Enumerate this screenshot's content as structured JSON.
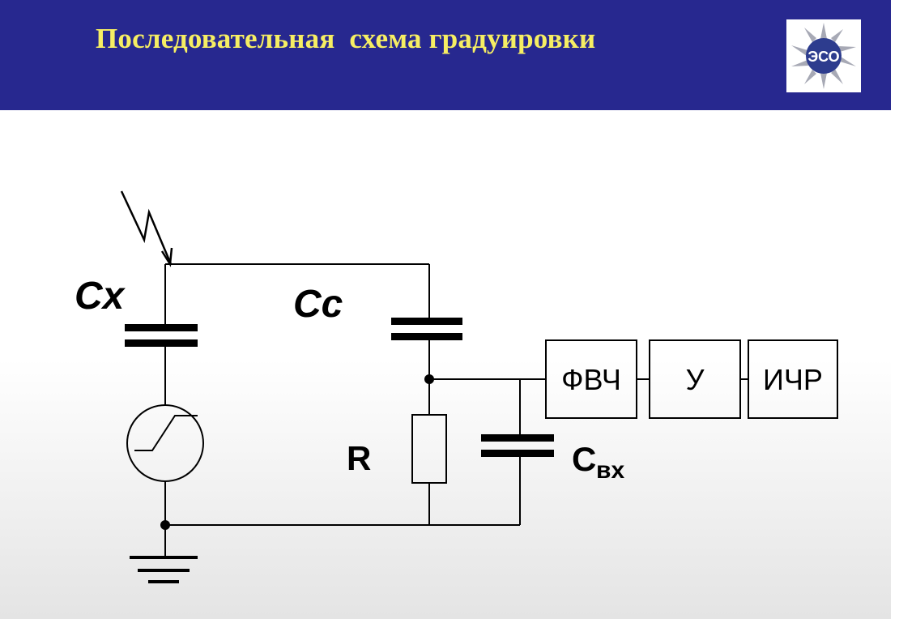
{
  "slide": {
    "title": "Последовательная  схема градуировки"
  },
  "logo": {
    "text": "ЭСО",
    "accent_color": "#2d3c8e"
  },
  "diagram": {
    "labels": {
      "cx": "Cx",
      "cc": "Cc",
      "r": "R",
      "cin_main": "C",
      "cin_sub": "вх"
    },
    "blocks": [
      "ФВЧ",
      "У",
      "ИЧР"
    ]
  },
  "colors": {
    "header_bg": "#27288f",
    "title_color": "#f6ee63",
    "line": "#000000"
  }
}
